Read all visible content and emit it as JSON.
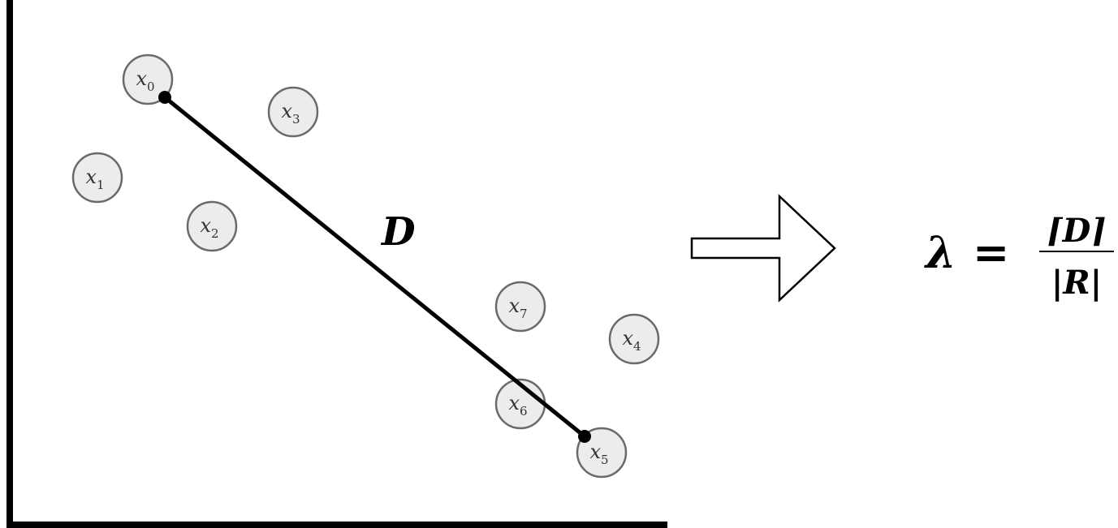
{
  "diagram": {
    "points": [
      {
        "id": "x0",
        "var": "x",
        "sub": "0"
      },
      {
        "id": "x1",
        "var": "x",
        "sub": "1"
      },
      {
        "id": "x2",
        "var": "x",
        "sub": "2"
      },
      {
        "id": "x3",
        "var": "x",
        "sub": "3"
      },
      {
        "id": "x4",
        "var": "x",
        "sub": "4"
      },
      {
        "id": "x5",
        "var": "x",
        "sub": "5"
      },
      {
        "id": "x6",
        "var": "x",
        "sub": "6"
      },
      {
        "id": "x7",
        "var": "x",
        "sub": "7"
      }
    ],
    "segment": {
      "label": "D",
      "from": "x0",
      "to": "x5"
    }
  },
  "formula": {
    "lhs": "λ",
    "equals": "=",
    "numerator": "⌈D⌉",
    "denominator": "|R|"
  },
  "colors": {
    "point_fill": "#ececec",
    "point_stroke": "#6a6a6a",
    "ink": "#000000"
  }
}
